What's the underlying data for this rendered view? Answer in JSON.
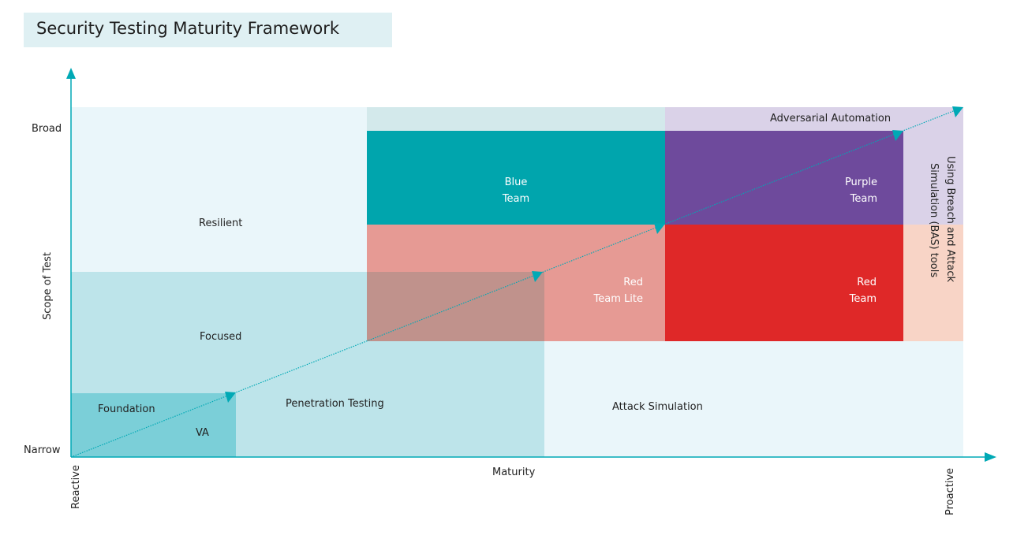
{
  "title": "Security Testing Maturity Framework",
  "axes": {
    "y_label": "Scope of Test",
    "y_top": "Broad",
    "y_bottom": "Narrow",
    "x_label": "Maturity",
    "x_left": "Reactive",
    "x_right": "Proactive"
  },
  "zones": {
    "resilient": "Resilient",
    "focused": "Focused",
    "foundation": "Foundation",
    "va": "VA",
    "pen_testing": "Penetration Testing",
    "attack_sim": "Attack Simulation",
    "adversarial": "Adversarial Automation",
    "blue_1": "Blue",
    "blue_2": "Team",
    "purple_1": "Purple",
    "purple_2": "Team",
    "redlite_1": "Red",
    "redlite_2": "Team Lite",
    "red_1": "Red",
    "red_2": "Team",
    "bas_1": "Using Breach and Attack",
    "bas_2": "Simulation (BAS) tools"
  },
  "colors": {
    "axis": "#00a9b5",
    "light": "#eaf6fa",
    "focused": "#bde4ea",
    "foundation": "#7bcfd8",
    "blue_team": "#00a5ad",
    "purple_team": "#6e4a9c",
    "red_team": "#df2828",
    "red_team_lite": "#e69a94",
    "adversarial": "#dad2e8",
    "bas_peach": "#f8d4c6"
  }
}
